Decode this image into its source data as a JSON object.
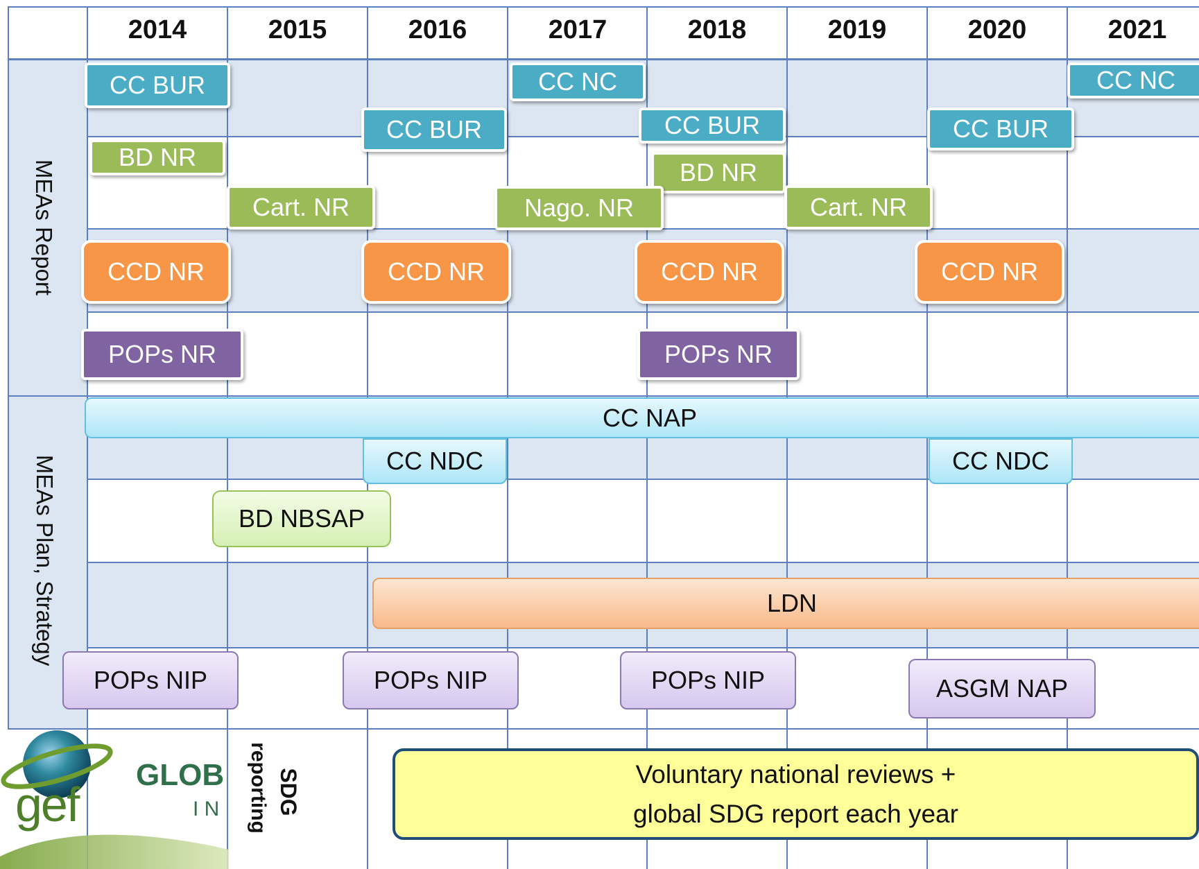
{
  "years": [
    "2014",
    "2015",
    "2016",
    "2017",
    "2018",
    "2019",
    "2020",
    "2021"
  ],
  "row_labels": {
    "reports": "MEAs Report",
    "plans": "MEAs Plan, Strategy",
    "sdg_line1": "SDG",
    "sdg_line2": "reporting"
  },
  "report_items": [
    {
      "label": "CC BUR",
      "type": "teal"
    },
    {
      "label": "CC NC",
      "type": "teal"
    },
    {
      "label": "CC NC",
      "type": "teal"
    },
    {
      "label": "CC BUR",
      "type": "teal"
    },
    {
      "label": "CC BUR",
      "type": "teal"
    },
    {
      "label": "CC BUR",
      "type": "teal"
    },
    {
      "label": "BD NR",
      "type": "green"
    },
    {
      "label": "BD NR",
      "type": "green"
    },
    {
      "label": "Cart. NR",
      "type": "green"
    },
    {
      "label": "Nago. NR",
      "type": "green"
    },
    {
      "label": "Cart. NR",
      "type": "green"
    },
    {
      "label": "CCD NR",
      "type": "orange"
    },
    {
      "label": "CCD NR",
      "type": "orange"
    },
    {
      "label": "CCD NR",
      "type": "orange"
    },
    {
      "label": "CCD NR",
      "type": "orange"
    },
    {
      "label": "POPs NR",
      "type": "purple"
    },
    {
      "label": "POPs NR",
      "type": "purple"
    }
  ],
  "plan_items": [
    {
      "label": "CC NAP",
      "type": "cyan"
    },
    {
      "label": "CC NDC",
      "type": "cyan"
    },
    {
      "label": "CC NDC",
      "type": "cyan"
    },
    {
      "label": "BD NBSAP",
      "type": "lime"
    },
    {
      "label": "LDN",
      "type": "peach"
    },
    {
      "label": "POPs NIP",
      "type": "lav"
    },
    {
      "label": "POPs NIP",
      "type": "lav"
    },
    {
      "label": "POPs NIP",
      "type": "lav"
    },
    {
      "label": "ASGM NAP",
      "type": "lav"
    }
  ],
  "sdg_box": {
    "line1": "Voluntary national reviews +",
    "line2": "global SDG report each year"
  },
  "logo": {
    "mark": "gef",
    "word1": "GLOB",
    "word2": "I N"
  },
  "colors": {
    "grid": "#5b7fbf",
    "band": "#dce6f2",
    "teal": "#4bacc6",
    "green": "#9bbb59",
    "orange": "#f79646",
    "purple": "#8064a2",
    "sdg_fill": "#ffff99"
  }
}
